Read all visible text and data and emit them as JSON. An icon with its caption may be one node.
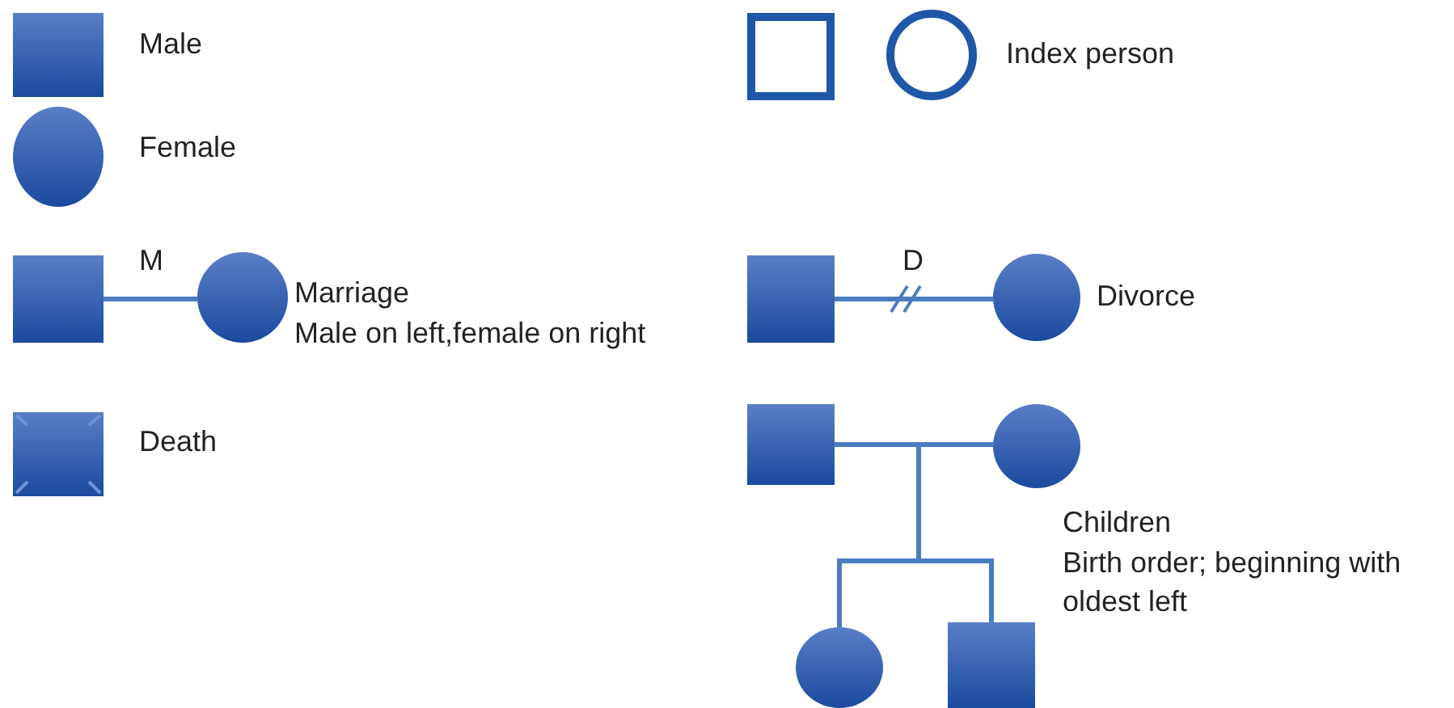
{
  "diagram": {
    "nodes": [
      {
        "text": [],
        "shape": "box",
        "beside": [
          "Male"
        ]
      },
      {
        "text": [],
        "shape": "circle",
        "beside": [
          "Female"
        ]
      },
      {
        "text": [],
        "shape": "box"
      },
      {
        "text": [],
        "shape": "circle",
        "beside": [
          "Marriage",
          "Male on left,female on right"
        ]
      },
      {
        "text": [],
        "shape": "box",
        "beside": [
          "Death"
        ]
      },
      {
        "text": [],
        "shape": "box"
      },
      {
        "text": [],
        "shape": "circle",
        "beside": [
          "Index person"
        ]
      },
      {
        "text": [],
        "shape": "box"
      },
      {
        "text": [],
        "shape": "circle",
        "beside": [
          "Divorce"
        ]
      },
      {
        "text": [],
        "shape": "box"
      },
      {
        "text": [],
        "shape": "circle"
      },
      {
        "text": [],
        "shape": "circle"
      },
      {
        "text": [],
        "shape": "box"
      }
    ],
    "edges": [
      {
        "from": 2,
        "to": 3,
        "arrow": "none",
        "label": "M"
      },
      {
        "from": 7,
        "to": 8,
        "arrow": "none",
        "label": "D"
      },
      {
        "from": 9,
        "to": 10,
        "arrow": "none"
      },
      {
        "from": 9,
        "to": 11,
        "arrow": "none"
      },
      {
        "from": 9,
        "to": 12,
        "arrow": "none"
      },
      {
        "from": 10,
        "to": 11,
        "arrow": "none"
      },
      {
        "from": 10,
        "to": 12,
        "arrow": "none"
      }
    ],
    "labels": [
      "Children",
      "Birth order; beginning with oldest left"
    ]
  }
}
